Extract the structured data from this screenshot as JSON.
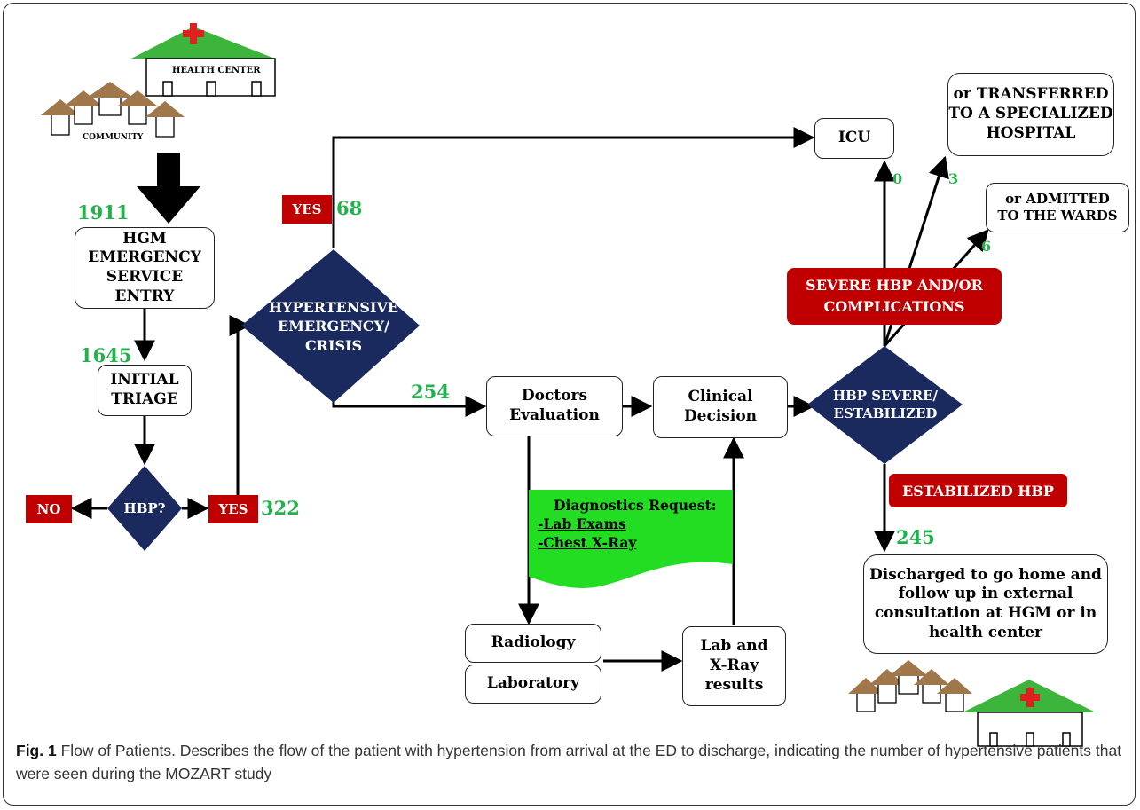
{
  "icons": {
    "top_health_center": "health-center-building",
    "top_community": "community-houses",
    "bottom_community": "community-houses",
    "bottom_health_center": "health-center-building",
    "health_center_label": "HEALTH CENTER",
    "community_label": "COMMUNITY"
  },
  "colors": {
    "navy": "#1b2a5e",
    "red": "#c00000",
    "green_count": "#22b24c",
    "green_roof": "#3db53d",
    "green_note": "#22dd22",
    "roof_brown": "#a0774a"
  },
  "nodes": {
    "hgm_entry": "HGM\nEMERGENCY\nSERVICE ENTRY",
    "initial_triage": "INITIAL\nTRIAGE",
    "hbp_q": "HBP?",
    "no": "NO",
    "yes_low": "YES",
    "yes_top": "YES",
    "hyp_emergency": "HYPERTENSIVE\nEMERGENCY/\nCRISIS",
    "icu": "ICU",
    "transferred": "or TRANSFERRED\nTO A SPECIALIZED\nHOSPITAL",
    "admitted": "or ADMITTED\nTO THE WARDS",
    "severe_complications": "SEVERE HBP AND/OR\nCOMPLICATIONS",
    "doctors_eval": "Doctors\nEvaluation",
    "clinical_decision": "Clinical\nDecision",
    "hbp_severe": "HBP SEVERE/\nESTABILIZED",
    "estabilized_hbp": "ESTABILIZED HBP",
    "discharged": "Discharged to go home and\nfollow up in external\nconsultation at HGM or in\nhealth center",
    "diagnostics_title": "Diagnostics Request:",
    "diagnostics_item1": "-Lab Exams",
    "diagnostics_item2": "-Chest X-Ray",
    "radiology": "Radiology",
    "laboratory": "Laboratory",
    "lab_xray_results": "Lab and\nX-Ray\nresults"
  },
  "counts": {
    "c1911": "1911",
    "c1645": "1645",
    "c322": "322",
    "c68": "68",
    "c254": "254",
    "c0": "0",
    "c3": "3",
    "c6": "6",
    "c245": "245"
  },
  "caption": {
    "label": "Fig. 1",
    "text": " Flow of Patients. Describes the flow of the patient with hypertension from arrival at the ED to discharge, indicating the number of hypertensive patients that were seen during the MOZART study"
  }
}
